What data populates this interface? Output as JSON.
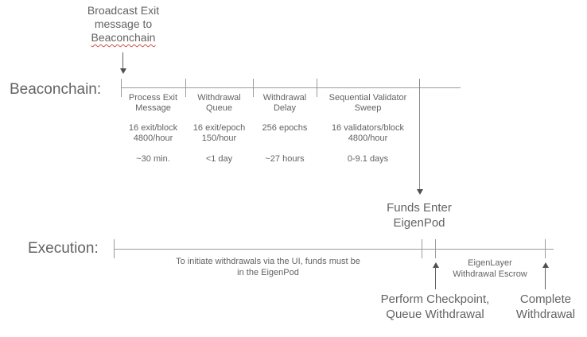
{
  "colors": {
    "text": "#636363",
    "line": "#9b9b9b",
    "arrow": "#4f4f4f",
    "spellcheck_underline": "#cf5147"
  },
  "broadcast_note": {
    "line1": "Broadcast Exit",
    "line2": "message to",
    "line3": "Beaconchain"
  },
  "beaconchain": {
    "label": "Beaconchain:",
    "segments": [
      {
        "name": "Process Exit\nMessage",
        "rate": "16 exit/block\n4800/hour",
        "duration": "~30 min."
      },
      {
        "name": "Withdrawal\nQueue",
        "rate": "16 exit/epoch\n150/hour",
        "duration": "<1 day"
      },
      {
        "name": "Withdrawal\nDelay",
        "rate": "256 epochs",
        "duration": "~27 hours"
      },
      {
        "name": "Sequential Validator\nSweep",
        "rate": "16 validators/block\n4800/hour",
        "duration": "0-9.1 days"
      }
    ]
  },
  "funds_enter": "Funds Enter\nEigenPod",
  "execution": {
    "label": "Execution:",
    "note": "To initiate withdrawals via the UI, funds must be\nin the EigenPod",
    "escrow_label": "EigenLayer\nWithdrawal Escrow",
    "perform_checkpoint": "Perform Checkpoint,\nQueue Withdrawal",
    "complete": "Complete\nWithdrawal"
  }
}
